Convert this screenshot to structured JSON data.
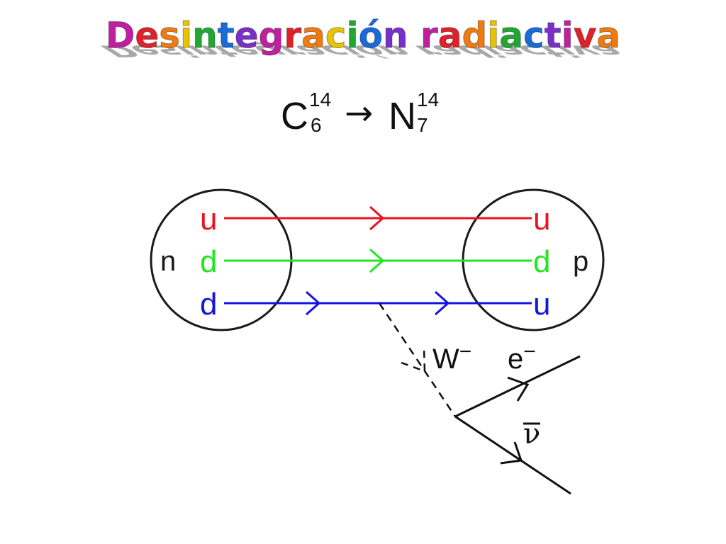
{
  "title": {
    "text": "Desintegración radiactiva",
    "palette": [
      "#c020a0",
      "#e0202a",
      "#f07a10",
      "#e8c400",
      "#20a830",
      "#1a6ad8",
      "#7a30c8"
    ]
  },
  "equation": {
    "reactant": {
      "symbol": "C",
      "mass": "14",
      "atomic": "6"
    },
    "arrow": "→",
    "product": {
      "symbol": "N",
      "mass": "14",
      "atomic": "7"
    }
  },
  "diagram": {
    "neutron_label": "n",
    "proton_label": "p",
    "quarks": [
      {
        "left": "u",
        "right": "u",
        "color": "#e8141e"
      },
      {
        "left": "d",
        "right": "d",
        "color": "#22e622"
      },
      {
        "left": "d",
        "right": "u",
        "color": "#1414e0"
      }
    ],
    "boson_label": "W",
    "boson_charge": "−",
    "electron_label": "e",
    "electron_charge": "−",
    "antineutrino_label": "ν"
  }
}
